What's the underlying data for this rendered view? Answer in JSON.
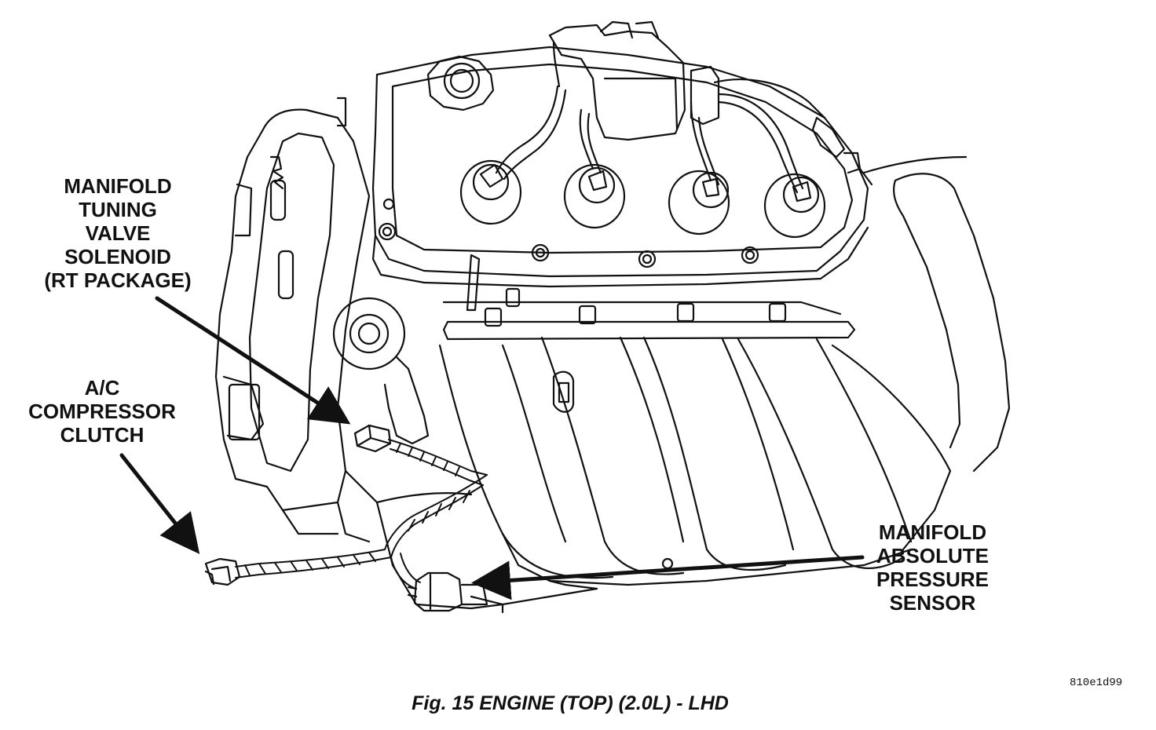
{
  "callouts": {
    "manifold_tuning_valve": {
      "lines": [
        "MANIFOLD",
        "TUNING",
        "VALVE",
        "SOLENOID",
        "(RT PACKAGE)"
      ]
    },
    "ac_compressor_clutch": {
      "lines": [
        "A/C",
        "COMPRESSOR",
        "CLUTCH"
      ]
    },
    "map_sensor": {
      "lines": [
        "MANIFOLD",
        "ABSOLUTE",
        "PRESSURE",
        "SENSOR"
      ]
    }
  },
  "reference_code": "810e1d99",
  "caption": "Fig. 15 ENGINE (TOP) (2.0L) - LHD",
  "colors": {
    "ink": "#111111",
    "paper": "#ffffff"
  }
}
